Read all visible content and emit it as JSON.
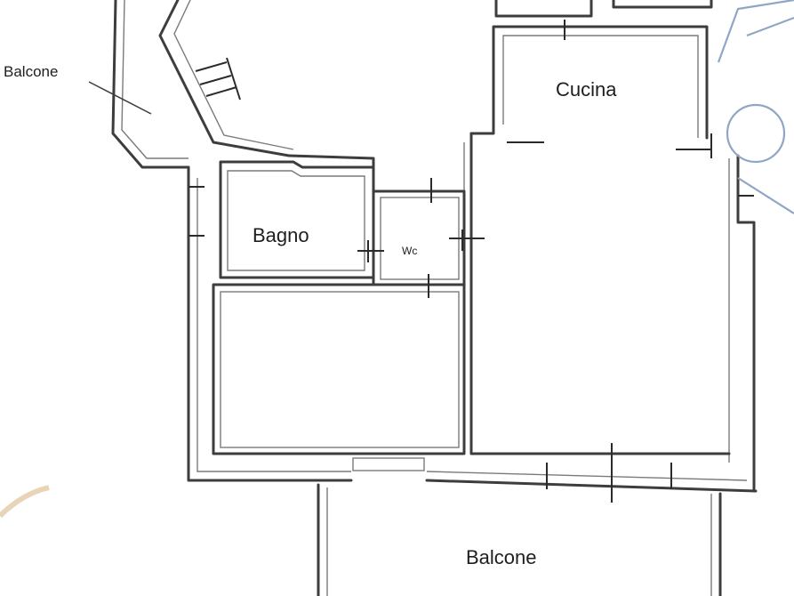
{
  "rooms": {
    "balcone_top_left": "Balcone",
    "cucina": "Cucina",
    "bagno": "Bagno",
    "wc": "Wc",
    "balcone_bottom": "Balcone"
  },
  "colors": {
    "wall": "#3d3d3d",
    "background": "#ffffff",
    "fixture": "#8fa6c4",
    "smudge": "#e8d5b8"
  }
}
